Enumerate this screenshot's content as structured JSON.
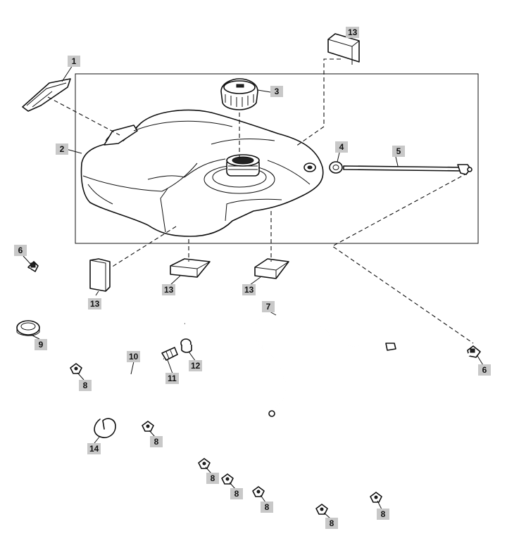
{
  "callouts": [
    {
      "id": "c1",
      "label": "1"
    },
    {
      "id": "c2",
      "label": "2"
    },
    {
      "id": "c3",
      "label": "3"
    },
    {
      "id": "c4",
      "label": "4"
    },
    {
      "id": "c5",
      "label": "5"
    },
    {
      "id": "c6a",
      "label": "6"
    },
    {
      "id": "c6b",
      "label": "6"
    },
    {
      "id": "c7",
      "label": "7"
    },
    {
      "id": "c8a",
      "label": "8"
    },
    {
      "id": "c8b",
      "label": "8"
    },
    {
      "id": "c8c",
      "label": "8"
    },
    {
      "id": "c8d",
      "label": "8"
    },
    {
      "id": "c8e",
      "label": "8"
    },
    {
      "id": "c8f",
      "label": "8"
    },
    {
      "id": "c8g",
      "label": "8"
    },
    {
      "id": "c9",
      "label": "9"
    },
    {
      "id": "c10",
      "label": "10"
    },
    {
      "id": "c11",
      "label": "11"
    },
    {
      "id": "c12",
      "label": "12"
    },
    {
      "id": "c13a",
      "label": "13"
    },
    {
      "id": "c13b",
      "label": "13"
    },
    {
      "id": "c13c",
      "label": "13"
    },
    {
      "id": "c13d",
      "label": "13"
    },
    {
      "id": "c14",
      "label": "14"
    }
  ],
  "colors": {
    "callout_bg": "#c8c8c8",
    "line": "#111111"
  }
}
